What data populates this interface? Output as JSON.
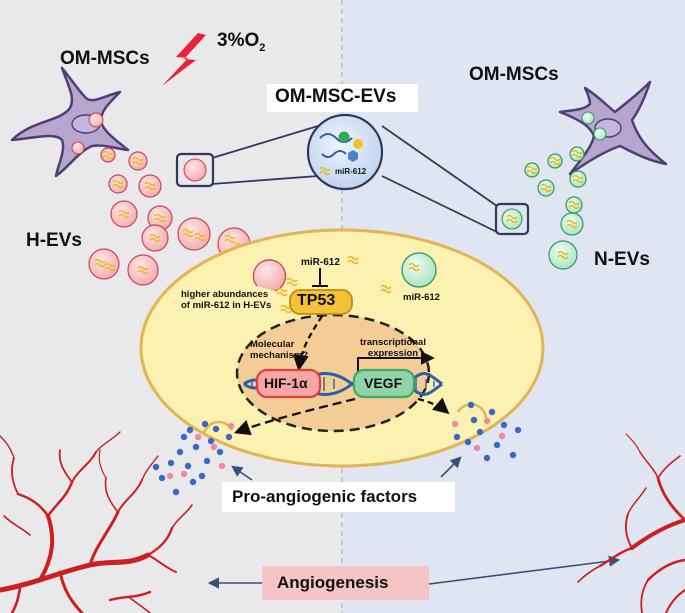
{
  "labels": {
    "om_mscs_left": "OM-MSCs",
    "oxygen": "3%O",
    "oxygen_sub": "2",
    "om_mscs_right": "OM-MSCs",
    "om_msc_evs": "OM-MSC-EVs",
    "mirna_inset": "miR-612",
    "h_evs": "H-EVs",
    "n_evs": "N-EVs",
    "mirna_top": "miR-612",
    "mirna_right": "miR-612",
    "higher_abundance_1": "higher abundances",
    "higher_abundance_2": "of miR-612 in H-EVs",
    "tp53": "TP53",
    "molecular_1": "Molecular",
    "molecular_2": "mechanism?",
    "transcriptional_1": "transcriptional",
    "transcriptional_2": "expression",
    "hif": "HIF-1α",
    "vegf": "VEGF",
    "pro_angiogenic": "Pro-angiogenic factors",
    "angiogenesis": "Angiogenesis"
  },
  "colors": {
    "left_bg": "#e9e9eb",
    "right_bg": "#dfe6f1",
    "cell_fill": "#fbf1b0",
    "cell_border": "#e2b455",
    "nucleus_fill": "#f3cc96",
    "tp53_fill": "#f5c13a",
    "hif_fill": "#f6a7a5",
    "hif_border": "#e0403c",
    "vegf_fill": "#93d3a8",
    "vegf_border": "#3fa864",
    "msc_fill": "#b6a6cf",
    "h_ev": "#f4b5b9",
    "n_ev": "#bdebd0",
    "vessel": "#cc1f1f",
    "lightning": "#e8223a",
    "angiogenesis_box": "#f5c4c6"
  }
}
